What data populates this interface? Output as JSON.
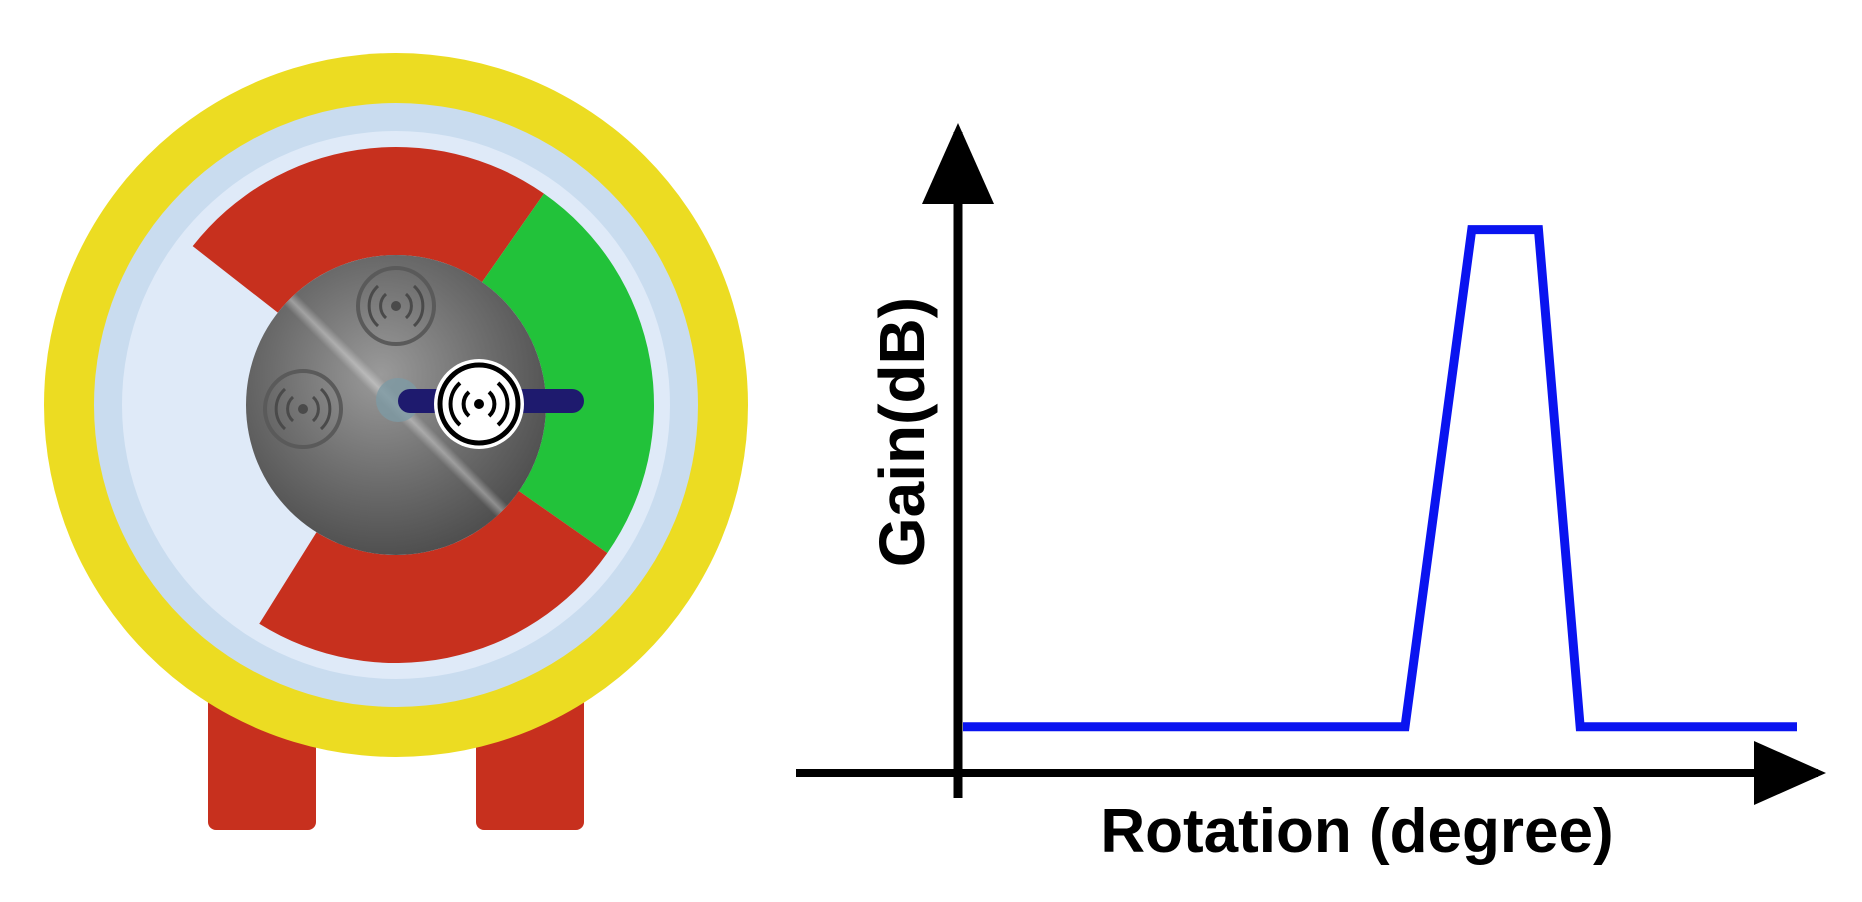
{
  "device": {
    "colors": {
      "outer_ring": "#ECDC22",
      "inner_ring": "#C9DCEF",
      "inner_face": "#DFEAF8",
      "active_sector": "#22C23A",
      "inactive_sector": "#C7301E",
      "rotor": "#6F6F6F",
      "arm": "#1E1A6E",
      "legs": "#C7301E"
    },
    "icons": [
      "antenna-icon",
      "antenna-icon",
      "antenna-icon-active"
    ]
  },
  "chart_data": {
    "type": "line",
    "ylabel": "Gain(dB)",
    "xlabel": "Rotation (degree)",
    "axis_arrows": true,
    "grid": false,
    "x": [
      0,
      0.53,
      0.61,
      0.69,
      0.74,
      1.0
    ],
    "series": [
      {
        "values": [
          0.08,
          0.08,
          0.94,
          0.94,
          0.08,
          0.08
        ],
        "color": "#0A14F0"
      }
    ],
    "xlim": [
      0,
      1
    ],
    "ylim": [
      0,
      1
    ]
  }
}
